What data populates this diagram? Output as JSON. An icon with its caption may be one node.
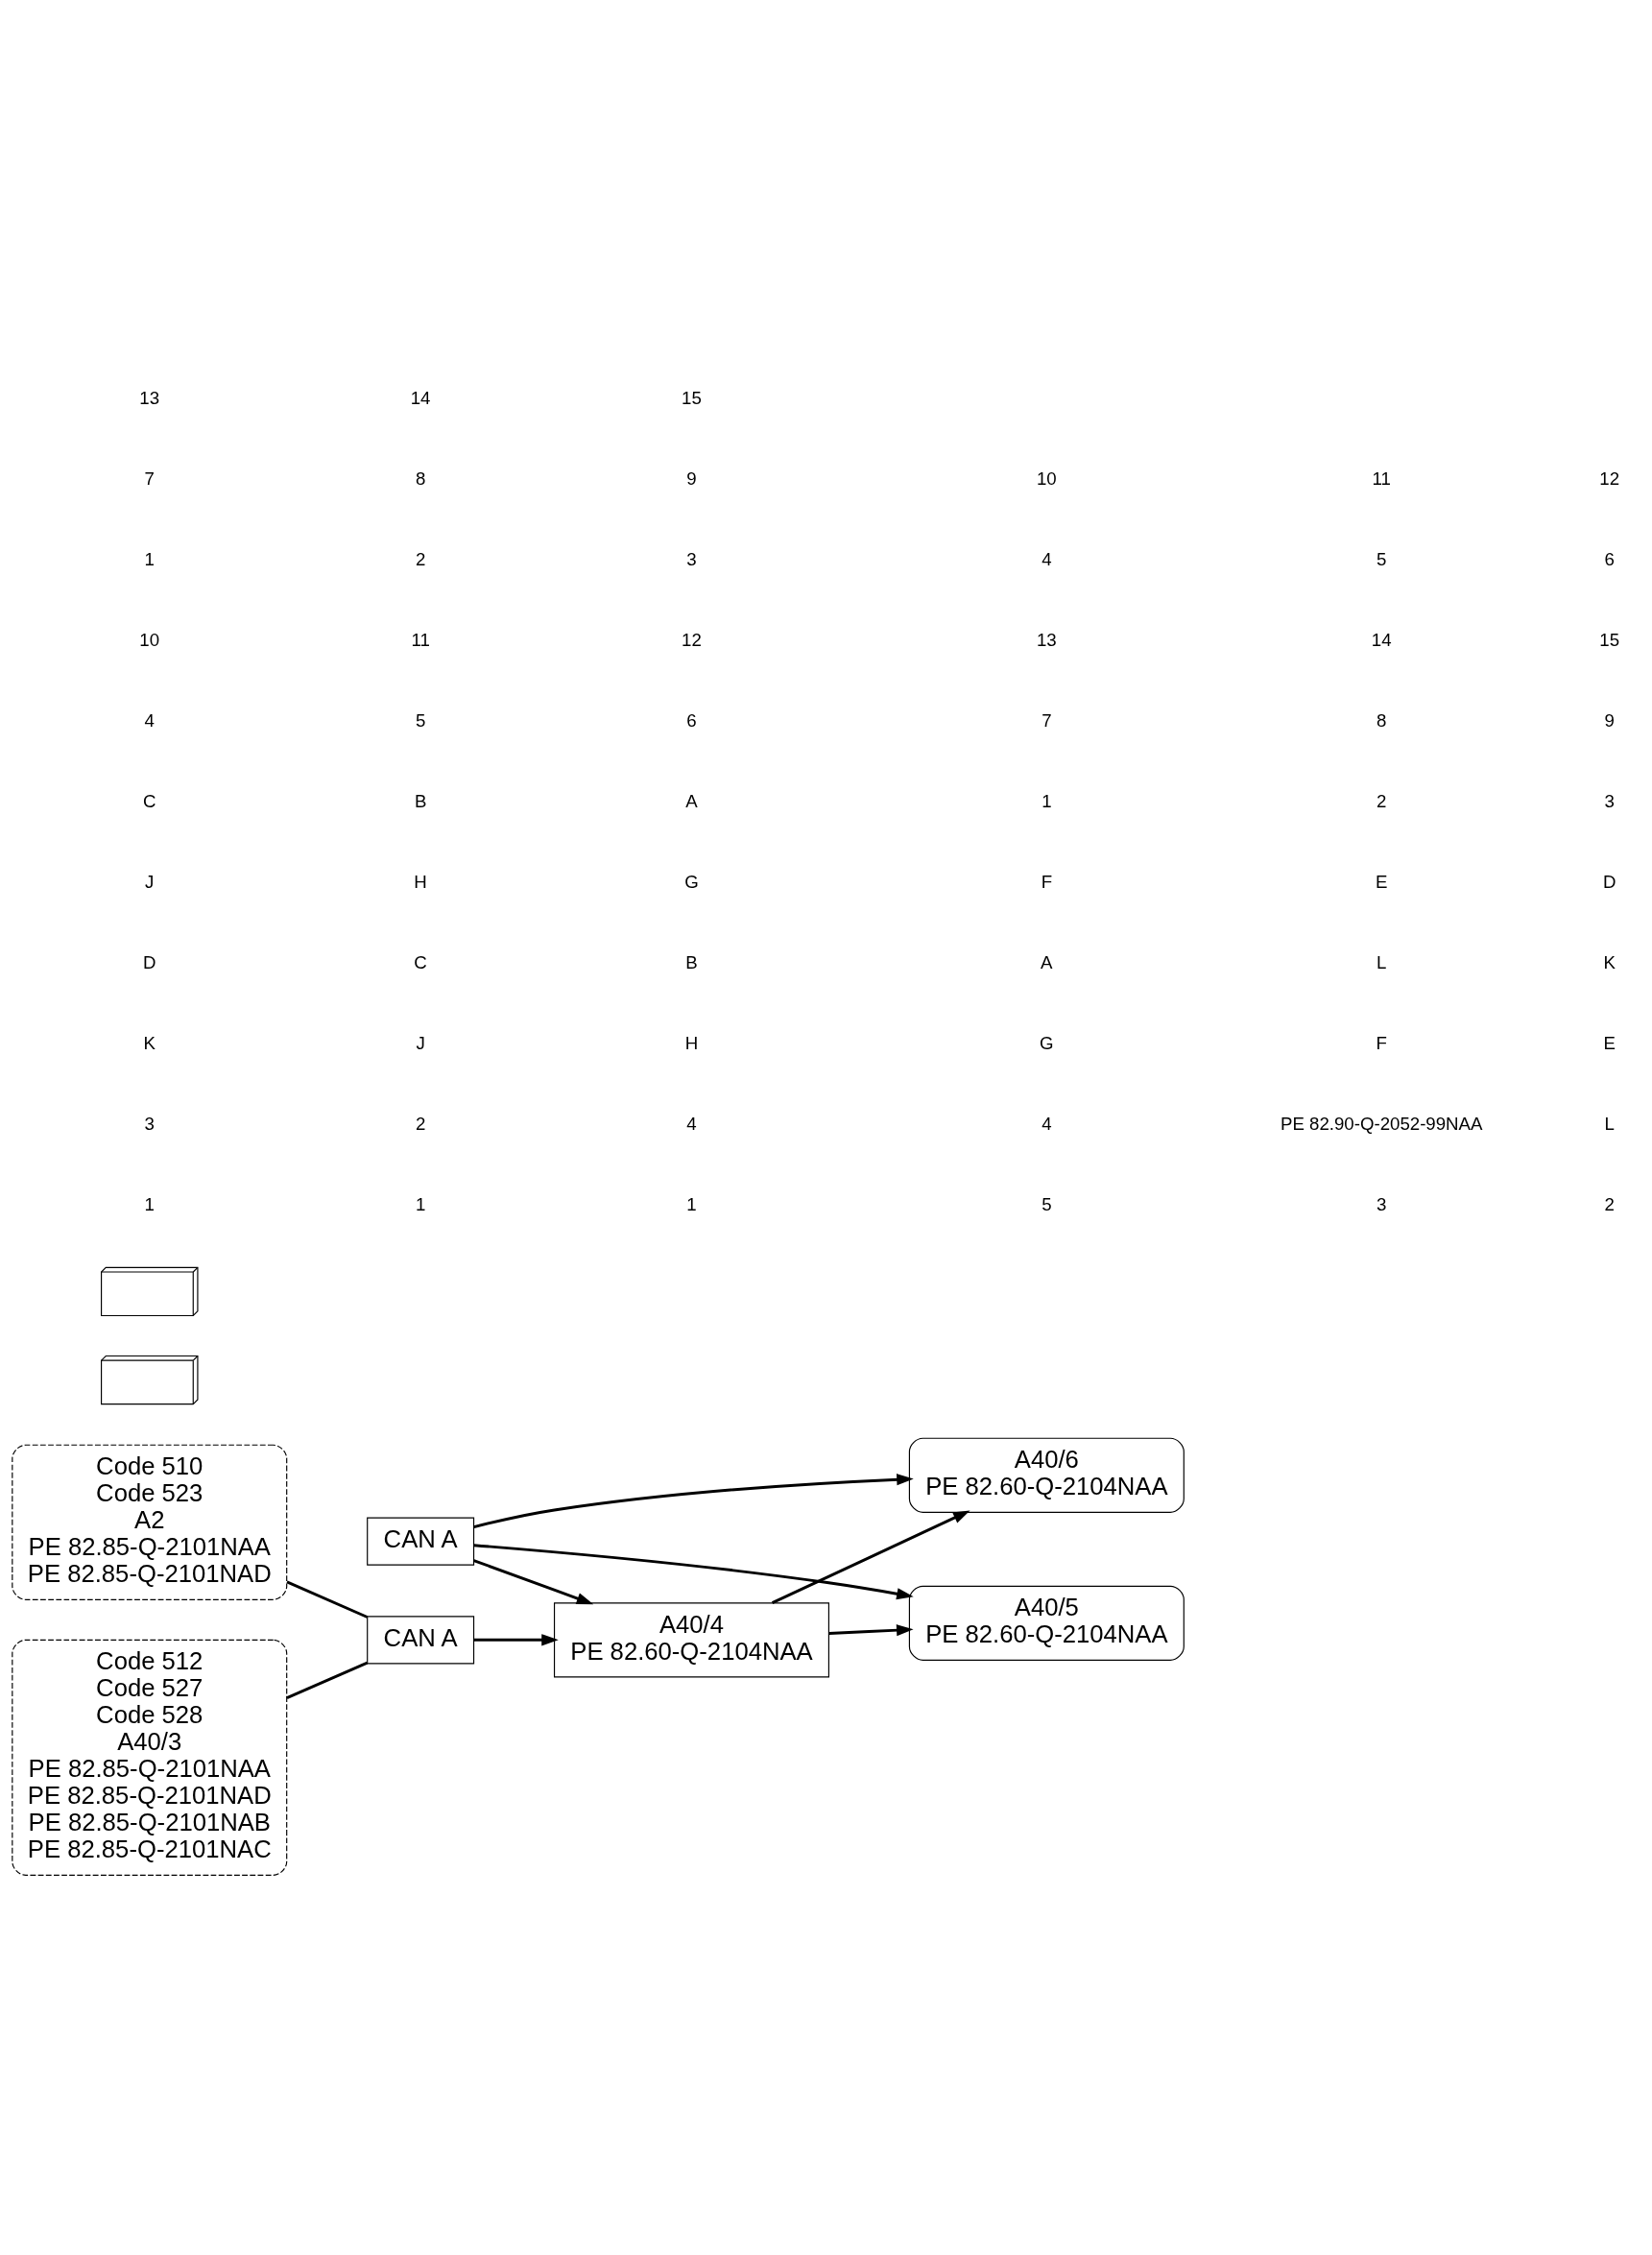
{
  "diagram": {
    "nodes": [
      {
        "text": [
          "Code 510",
          "Code 523",
          "A2",
          "PE 82.85-Q-2101NAA",
          "PE 82.85-Q-2101NAD"
        ]
      },
      {
        "text": [
          "Code 512",
          "Code 527",
          "Code 528",
          "A40/3",
          "PE 82.85-Q-2101NAA",
          "PE 82.85-Q-2101NAD",
          "PE 82.85-Q-2101NAB",
          "PE 82.85-Q-2101NAC"
        ]
      },
      {
        "text": [
          "A40/4",
          "PE 82.60-Q-2104NAA"
        ]
      },
      {
        "text": [
          "A40/5",
          "PE 82.60-Q-2104NAA"
        ]
      },
      {
        "text": [
          "A40/6",
          "PE 82.60-Q-2104NAA"
        ]
      },
      {
        "text": [],
        "shape": "picture"
      },
      {
        "text": [],
        "shape": "picture"
      },
      {
        "text": [
          "CAN A"
        ]
      },
      {
        "text": [
          "CAN A"
        ]
      }
    ],
    "edges": [
      {
        "from": 0,
        "to": 7,
        "arrow": "none"
      },
      {
        "from": 1,
        "to": 7,
        "arrow": "none"
      },
      {
        "from": 7,
        "to": 2,
        "arrow": "to"
      },
      {
        "from": 8,
        "to": 2,
        "arrow": "to"
      },
      {
        "from": 8,
        "to": 3,
        "arrow": "to"
      },
      {
        "from": 8,
        "to": 4,
        "arrow": "to"
      },
      {
        "from": 2,
        "to": 3,
        "arrow": "to"
      },
      {
        "from": 2,
        "to": 4,
        "arrow": "to"
      }
    ],
    "labels": [
      "1",
      "1",
      "1",
      "5",
      "3",
      "2",
      "3",
      "2",
      "4",
      "4",
      "PE 82.90-Q-2052-99NAA",
      "L",
      "K",
      "J",
      "H",
      "G",
      "F",
      "E",
      "D",
      "C",
      "B",
      "A",
      "L",
      "K",
      "J",
      "H",
      "G",
      "F",
      "E",
      "D",
      "C",
      "B",
      "A",
      "1",
      "2",
      "3",
      "4",
      "5",
      "6",
      "7",
      "8",
      "9",
      "10",
      "11",
      "12",
      "13",
      "14",
      "15",
      "1",
      "2",
      "3",
      "4",
      "5",
      "6",
      "7",
      "8",
      "9",
      "10",
      "11",
      "12",
      "13",
      "14",
      "15"
    ]
  }
}
